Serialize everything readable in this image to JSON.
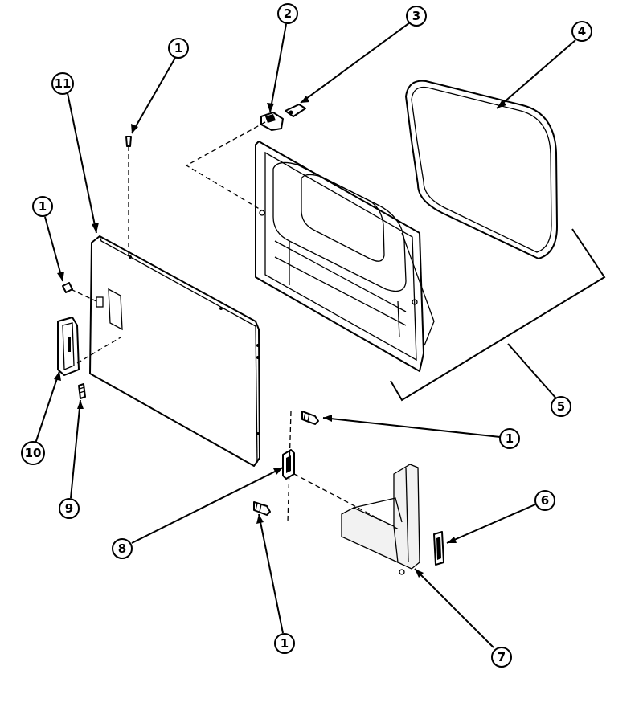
{
  "callouts": [
    {
      "id": "c1a",
      "number": "1"
    },
    {
      "id": "c2",
      "number": "2"
    },
    {
      "id": "c3",
      "number": "3"
    },
    {
      "id": "c4",
      "number": "4"
    },
    {
      "id": "c11",
      "number": "11"
    },
    {
      "id": "c1b",
      "number": "1"
    },
    {
      "id": "c5",
      "number": "5"
    },
    {
      "id": "c1c",
      "number": "1"
    },
    {
      "id": "c10",
      "number": "10"
    },
    {
      "id": "c9",
      "number": "9"
    },
    {
      "id": "c6",
      "number": "6"
    },
    {
      "id": "c8",
      "number": "8"
    },
    {
      "id": "c7",
      "number": "7"
    },
    {
      "id": "c1d",
      "number": "1"
    }
  ]
}
